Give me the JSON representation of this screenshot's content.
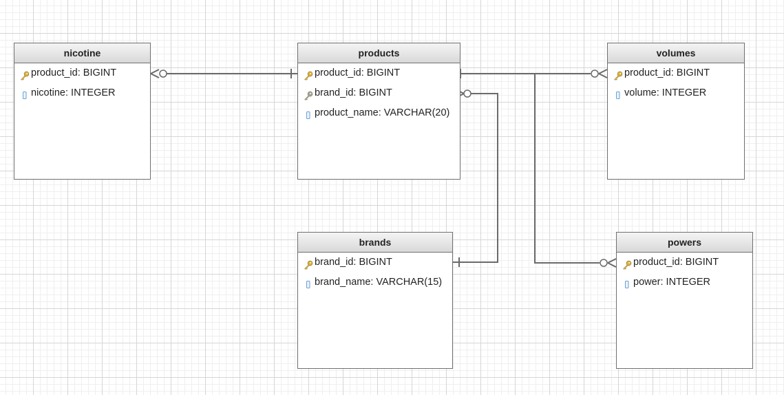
{
  "colors": {
    "line": "#6a6a6a",
    "border": "#6f6f6f",
    "primary_key": "#e2b33a",
    "foreign_key": "#a9a9a9",
    "column": "#6b9fd4"
  },
  "tables": {
    "nicotine": {
      "title": "nicotine",
      "fields": [
        {
          "text": "product_id: BIGINT",
          "icon": "primary-key-icon"
        },
        {
          "text": "nicotine: INTEGER",
          "icon": "column-icon"
        }
      ]
    },
    "products": {
      "title": "products",
      "fields": [
        {
          "text": "product_id: BIGINT",
          "icon": "primary-key-icon"
        },
        {
          "text": "brand_id: BIGINT",
          "icon": "foreign-key-icon"
        },
        {
          "text": "product_name: VARCHAR(20)",
          "icon": "column-icon"
        }
      ]
    },
    "volumes": {
      "title": "volumes",
      "fields": [
        {
          "text": "product_id: BIGINT",
          "icon": "primary-key-icon"
        },
        {
          "text": "volume: INTEGER",
          "icon": "column-icon"
        }
      ]
    },
    "brands": {
      "title": "brands",
      "fields": [
        {
          "text": "brand_id: BIGINT",
          "icon": "primary-key-icon"
        },
        {
          "text": "brand_name: VARCHAR(15)",
          "icon": "column-icon"
        }
      ]
    },
    "powers": {
      "title": "powers",
      "fields": [
        {
          "text": "product_id: BIGINT",
          "icon": "primary-key-icon"
        },
        {
          "text": "power: INTEGER",
          "icon": "column-icon"
        }
      ]
    }
  },
  "relationships": [
    {
      "from": "nicotine.product_id",
      "from_cardinality": "zero-or-many",
      "to": "products.product_id",
      "to_cardinality": "one"
    },
    {
      "from": "products.product_id",
      "from_cardinality": "one",
      "to": "volumes.product_id",
      "to_cardinality": "zero-or-many"
    },
    {
      "from": "products.brand_id",
      "from_cardinality": "zero-or-many",
      "to": "brands.brand_id",
      "to_cardinality": "one"
    },
    {
      "from": "products.product_id",
      "from_cardinality": "one",
      "to": "powers.product_id",
      "to_cardinality": "zero-or-many"
    }
  ]
}
